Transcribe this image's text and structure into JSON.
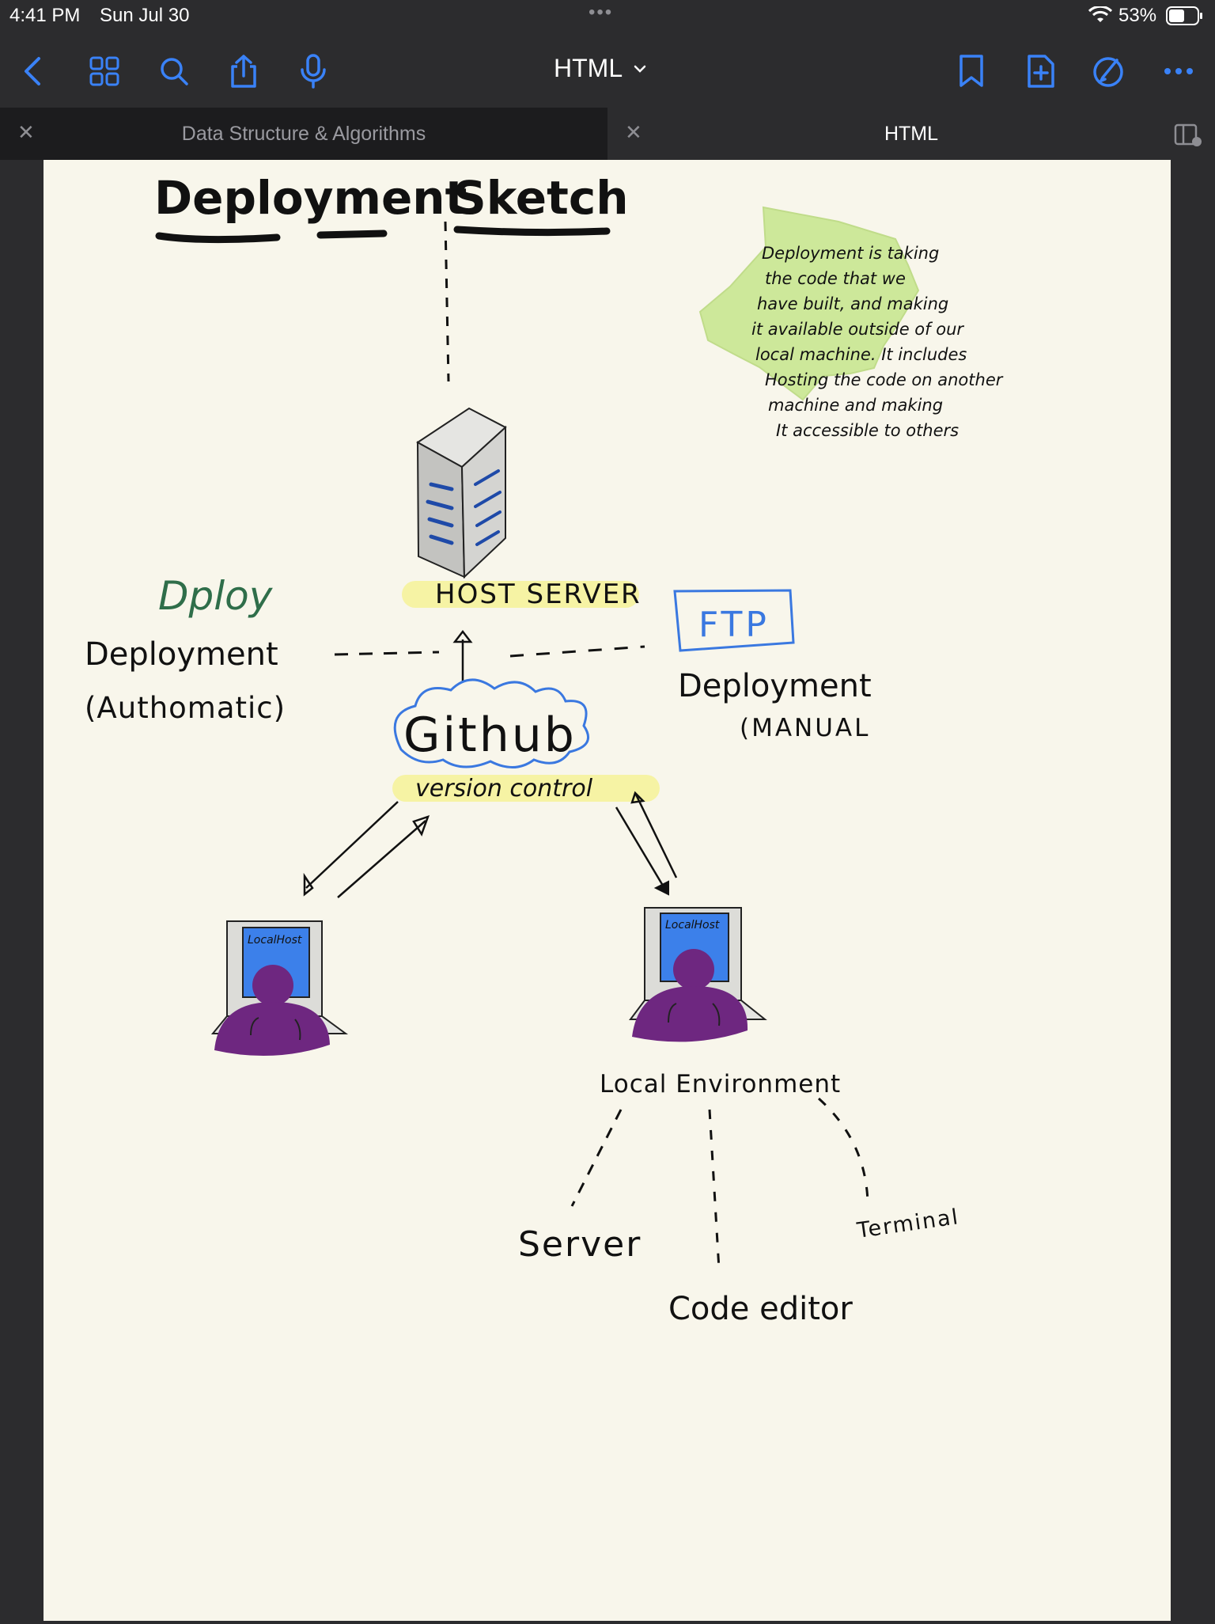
{
  "status": {
    "time": "4:41 PM",
    "date": "Sun Jul 30",
    "battery": "53%"
  },
  "toolbar": {
    "title": "HTML",
    "icons": [
      "back-icon",
      "grid-icon",
      "search-icon",
      "share-icon",
      "microphone-icon",
      "bookmark-icon",
      "add-page-icon",
      "pen-icon",
      "more-icon"
    ],
    "accent": "#3a82f7"
  },
  "tabs": [
    {
      "label": "Data Structure & Algorithms",
      "active": false
    },
    {
      "label": "HTML",
      "active": true
    }
  ],
  "sketch": {
    "title_part1": "Deployment",
    "title_part2": "Sketch",
    "definition": [
      "Deployment is taking",
      "the code that we",
      "have built, and making",
      "it available outside of our",
      "local machine. It includes",
      "Hosting the code on another",
      "machine and making",
      "It accessible to others"
    ],
    "host_server": "HOST SERVER",
    "dploy": "Dploy",
    "deployment_auto": "Deployment",
    "automatic": "(Authomatic)",
    "ftp": "FTP",
    "deployment_manual": "Deployment",
    "manual": "(MANUAL",
    "github": "Github",
    "version_control": "version control",
    "localhost_left": "LocalHost",
    "localhost_right": "LocalHost",
    "local_environment": "Local Environment",
    "server": "Server",
    "code_editor": "Code editor",
    "terminal": "Terminal",
    "colors": {
      "note": "#cde89a",
      "highlight": "#f6f3a4",
      "blue": "#3a78e0",
      "green": "#2f6e4a",
      "purple": "#6e2780",
      "screen": "#3c80ea"
    }
  }
}
